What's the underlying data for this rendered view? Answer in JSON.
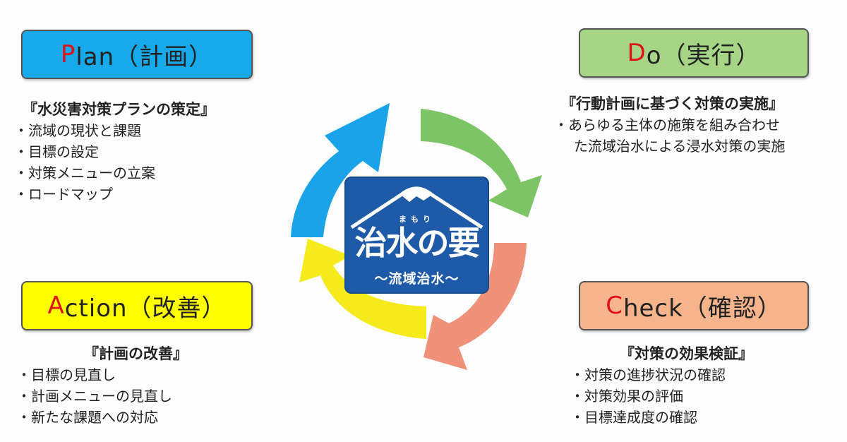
{
  "plan": {
    "letter": "P",
    "title_rest": "lan（計画）",
    "heading": "『水災害対策プランの策定』",
    "items": [
      "流域の現状と課題",
      "目標の設定",
      "対策メニューの立案",
      "ロードマップ"
    ],
    "color": "#17a9ea"
  },
  "do": {
    "letter": "D",
    "title_rest": "o（実行）",
    "heading": "『行動計画に基づく対策の実施』",
    "body_line1": "・あらゆる主体の施策を組み合わせ",
    "body_line2": "た流域治水による浸水対策の実施",
    "color": "#a6d585"
  },
  "action": {
    "letter": "A",
    "title_rest": "ction（改善）",
    "heading": "『計画の改善』",
    "items": [
      "目標の見直し",
      "計画メニューの見直し",
      "新たな課題への対応"
    ],
    "color": "#ffff00"
  },
  "check": {
    "letter": "C",
    "title_rest": "heck（確認）",
    "heading": "『対策の効果検証』",
    "items": [
      "対策の進捗状況の確認",
      "対策効果の評価",
      "目標達成度の確認"
    ],
    "color": "#f6b48c"
  },
  "logo": {
    "ruby": "まもり",
    "main": "治水の要",
    "sub": "～流域治水～",
    "color": "#1e5aa8"
  },
  "arrows": {
    "plan_color": "#1aa3e8",
    "do_color": "#7dc466",
    "check_color": "#f0917a",
    "action_color": "#f5ea1c"
  }
}
